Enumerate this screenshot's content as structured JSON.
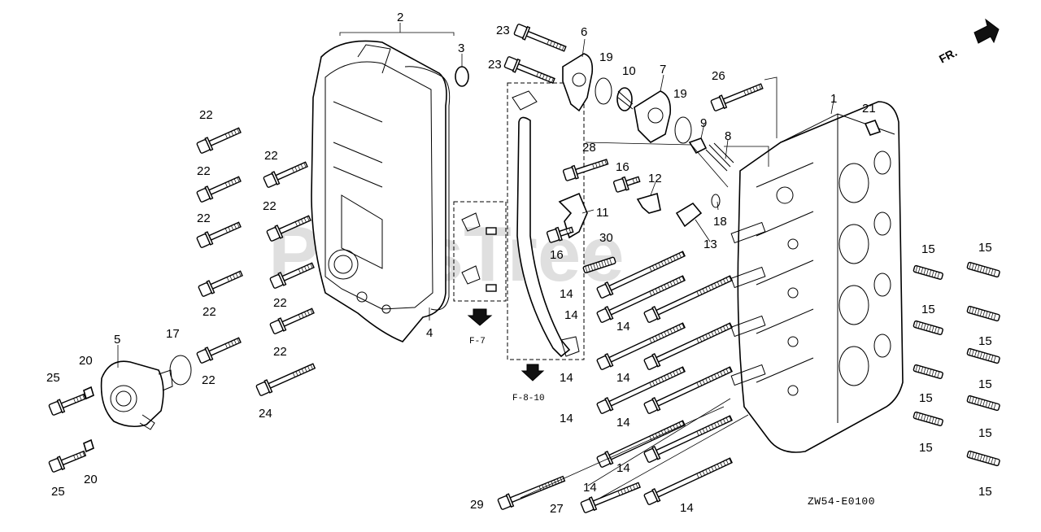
{
  "watermark": "PartsTree",
  "diagram_code": "ZW54-E0100",
  "direction_label": "FR.",
  "ref_labels": [
    "F-7",
    "F-8-10"
  ],
  "callouts": [
    {
      "label": "1"
    },
    {
      "label": "2"
    },
    {
      "label": "3"
    },
    {
      "label": "4"
    },
    {
      "label": "5"
    },
    {
      "label": "6"
    },
    {
      "label": "7"
    },
    {
      "label": "8"
    },
    {
      "label": "9"
    },
    {
      "label": "10"
    },
    {
      "label": "11"
    },
    {
      "label": "12"
    },
    {
      "label": "13"
    },
    {
      "label": "14"
    },
    {
      "label": "15"
    },
    {
      "label": "16"
    },
    {
      "label": "17"
    },
    {
      "label": "18"
    },
    {
      "label": "19"
    },
    {
      "label": "20"
    },
    {
      "label": "21"
    },
    {
      "label": "22"
    },
    {
      "label": "23"
    },
    {
      "label": "24"
    },
    {
      "label": "25"
    },
    {
      "label": "26"
    },
    {
      "label": "27"
    },
    {
      "label": "28"
    },
    {
      "label": "29"
    },
    {
      "label": "30"
    }
  ]
}
